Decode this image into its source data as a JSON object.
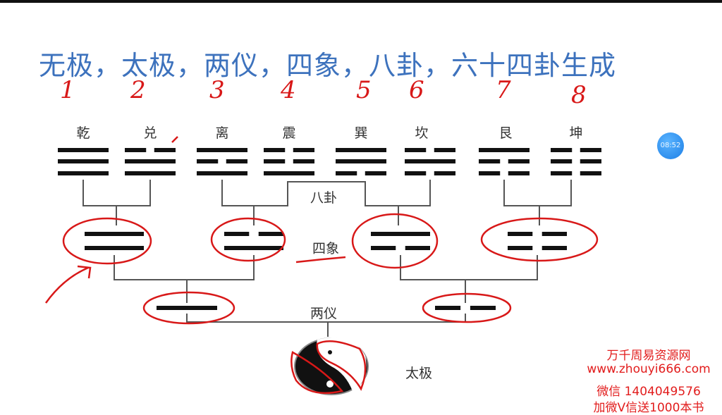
{
  "title": "无极，太极，两仪，四象，八卦，六十四卦生成",
  "handwritten_numbers": [
    "1",
    "2",
    "3",
    "4",
    "5",
    "6",
    "7",
    "8"
  ],
  "trigrams": [
    {
      "name": "乾",
      "lines": "111"
    },
    {
      "name": "兑",
      "lines": "011"
    },
    {
      "name": "离",
      "lines": "101"
    },
    {
      "name": "震",
      "lines": "001"
    },
    {
      "name": "巽",
      "lines": "110"
    },
    {
      "name": "坎",
      "lines": "010"
    },
    {
      "name": "艮",
      "lines": "100"
    },
    {
      "name": "坤",
      "lines": "000"
    }
  ],
  "four_symbols": [
    "11",
    "01",
    "10",
    "00"
  ],
  "two_forms": [
    "1",
    "0"
  ],
  "labels": {
    "bagua": "八卦",
    "sixiang": "四象",
    "liangyi": "两仪",
    "taiji": "太极"
  },
  "clock": "08:52",
  "watermark": [
    "万千周易资源网",
    "www.zhouyi666.com",
    "微信 1404049576",
    "加微V信送1000本书"
  ],
  "colors": {
    "title": "#3d72bd",
    "annotation": "#d81818",
    "clock": "#1d7fe6"
  }
}
